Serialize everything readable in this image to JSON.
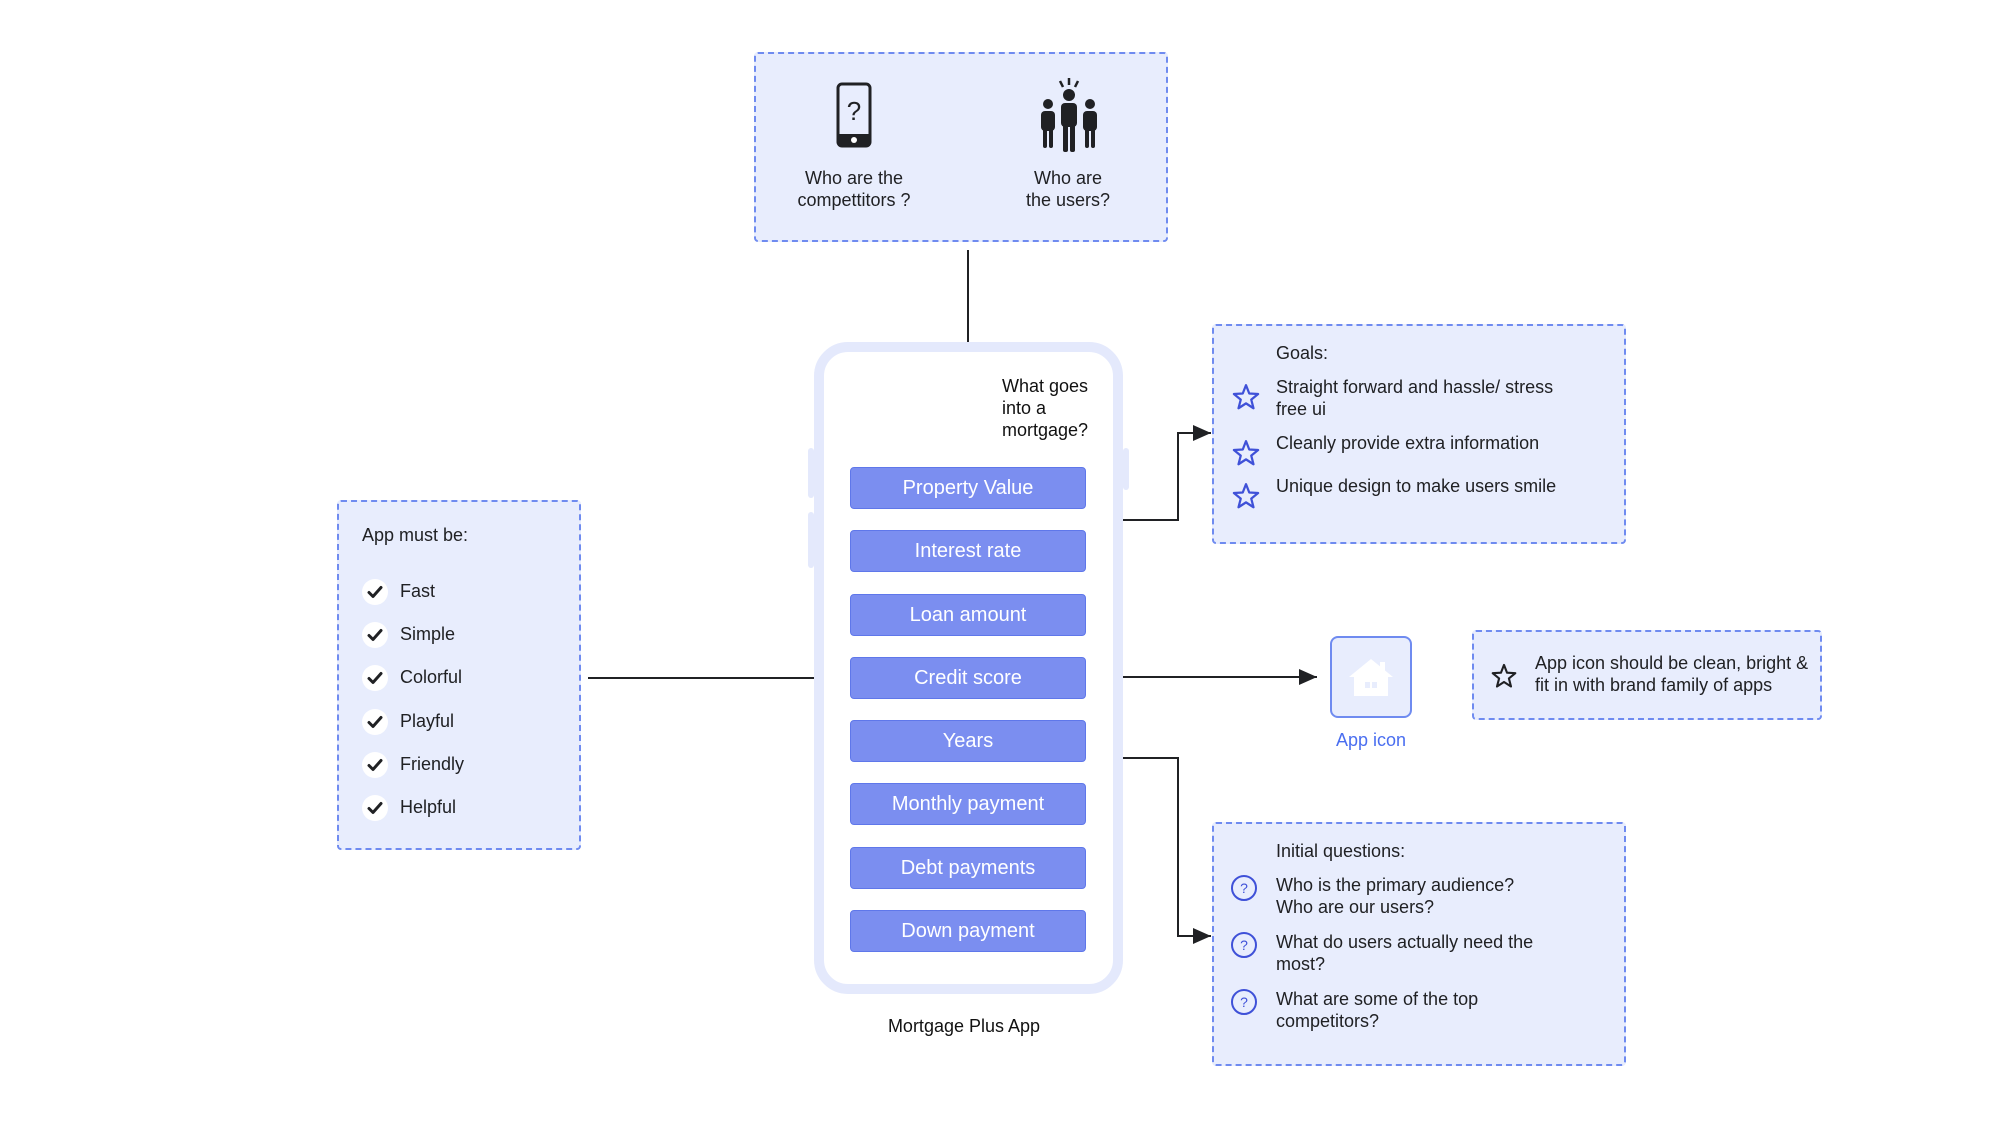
{
  "research": {
    "competitors_label": "Who are the\ncompettitors ?",
    "users_label": "Who are\nthe users?"
  },
  "phone": {
    "header": "What goes\ninto a\nmortgage?",
    "items": [
      "Property Value",
      "Interest rate",
      "Loan amount",
      "Credit score",
      "Years",
      "Monthly payment",
      "Debt payments",
      "Down payment"
    ],
    "caption": "Mortgage Plus App"
  },
  "must_be": {
    "title": "App must be:",
    "items": [
      "Fast",
      "Simple",
      "Colorful",
      "Playful",
      "Friendly",
      "Helpful"
    ]
  },
  "goals": {
    "title": "Goals:",
    "items": [
      "Straight forward and hassle/ stress\nfree ui",
      "Cleanly provide extra information",
      "Unique design to make users smile"
    ]
  },
  "app_icon": {
    "label": "App icon",
    "note": "App icon should be clean, bright &\nfit in with brand family of apps"
  },
  "questions": {
    "title": "Initial questions:",
    "items": [
      "Who is the primary audience?\nWho are our users?",
      "What do users actually need the\nmost?",
      "What are some of the top\ncompetitors?"
    ]
  },
  "colors": {
    "box_fill": "#e8edfd",
    "box_border": "#6f8bf0",
    "pill_fill": "#7b8ef0",
    "accent_blue": "#3f51d8",
    "app_icon_label": "#4a6ef0"
  }
}
